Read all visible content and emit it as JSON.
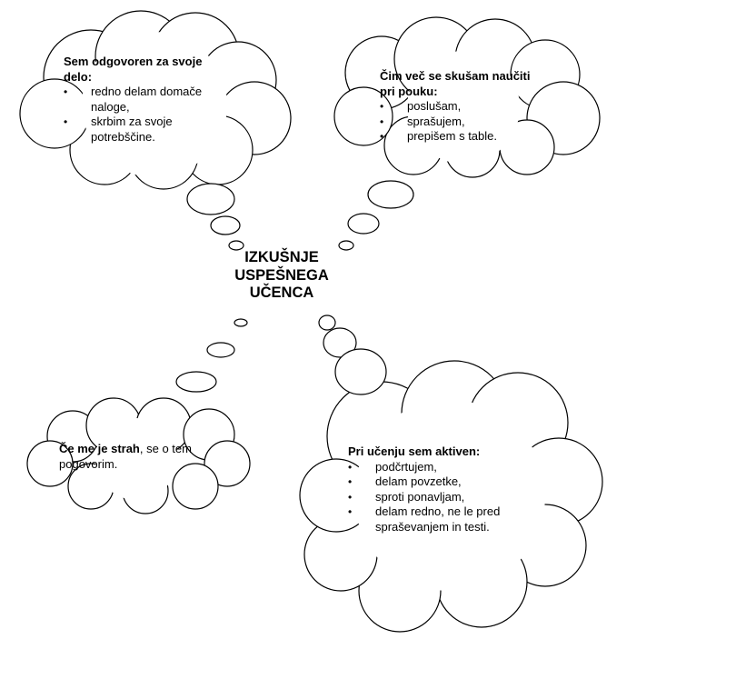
{
  "center": {
    "lines": [
      "IZKUŠNJE",
      "USPEŠNEGA",
      "UČENCA"
    ]
  },
  "cloud_top_left": {
    "heading": "Sem odgovoren za svoje delo:",
    "items": [
      "redno delam domače naloge,",
      "skrbim za svoje potrebščine."
    ]
  },
  "cloud_top_right": {
    "heading": "Čim več se skušam naučiti pri pouku:",
    "items": [
      "poslušam,",
      "sprašujem,",
      "prepišem s table."
    ]
  },
  "cloud_bottom_left": {
    "bold": "Če me je strah",
    "rest": ", se o tem pogovorim."
  },
  "cloud_bottom_right": {
    "heading": "Pri učenju sem aktiven:",
    "items": [
      "podčrtujem,",
      "delam povzetke,",
      "sproti ponavljam,",
      "delam redno, ne le pred spraševanjem in testi."
    ]
  }
}
